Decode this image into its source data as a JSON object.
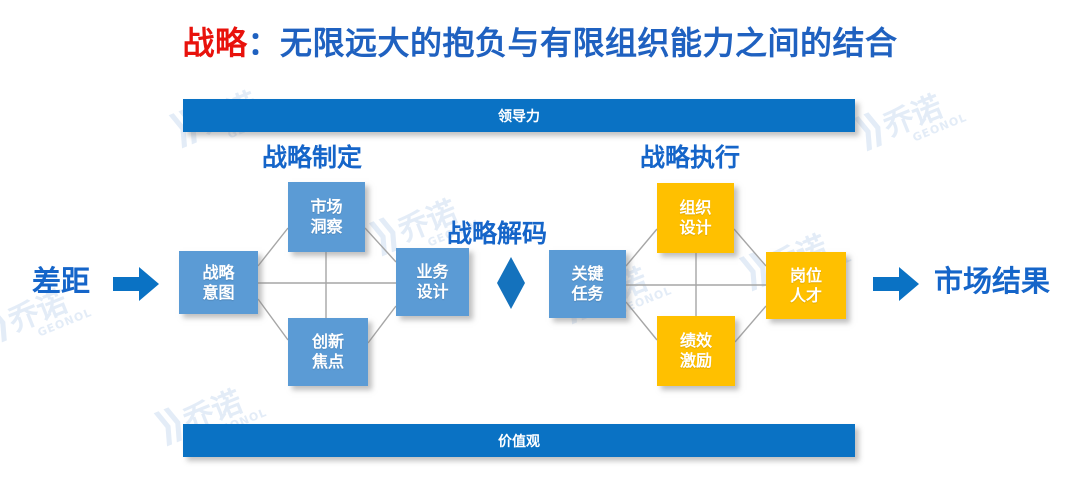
{
  "title": {
    "accent_text": "战略",
    "rest_text": "：无限远大的抱负与有限组织能力之间的结合",
    "accent_color": "#e8120c",
    "main_color": "#1f61c0"
  },
  "bands": {
    "top_label": "领导力",
    "bottom_label": "价值观",
    "color": "#0a72c4"
  },
  "flow": {
    "input_label": "差距",
    "output_label": "市场结果",
    "arrow_icon": "arrow-right-icon",
    "arrow_color": "#0a72c4"
  },
  "clusters": [
    {
      "id": "formulation",
      "heading": "战略制定",
      "color": "#5b9bd5",
      "nodes": [
        {
          "id": "intent",
          "label_line1": "战略",
          "label_line2": "意图",
          "position": "left"
        },
        {
          "id": "insight",
          "label_line1": "市场",
          "label_line2": "洞察",
          "position": "top"
        },
        {
          "id": "design",
          "label_line1": "业务",
          "label_line2": "设计",
          "position": "right"
        },
        {
          "id": "innov",
          "label_line1": "创新",
          "label_line2": "焦点",
          "position": "bottom"
        }
      ]
    },
    {
      "id": "execution",
      "heading": "战略执行",
      "color": "#ffc000",
      "nodes": [
        {
          "id": "task",
          "label_line1": "关键",
          "label_line2": "任务",
          "position": "left"
        },
        {
          "id": "org",
          "label_line1": "组织",
          "label_line2": "设计",
          "position": "top"
        },
        {
          "id": "talent",
          "label_line1": "岗位",
          "label_line2": "人才",
          "position": "right"
        },
        {
          "id": "perf",
          "label_line1": "绩效",
          "label_line2": "激励",
          "position": "bottom"
        }
      ]
    }
  ],
  "bridge": {
    "heading": "战略解码",
    "marker_icon": "diamond-icon",
    "marker_color": "#1472bd"
  },
  "watermark": {
    "mark_glyph": "⟫",
    "cn_text": "乔诺",
    "en_text": "GEONOL",
    "color": "#e3ecf7"
  }
}
